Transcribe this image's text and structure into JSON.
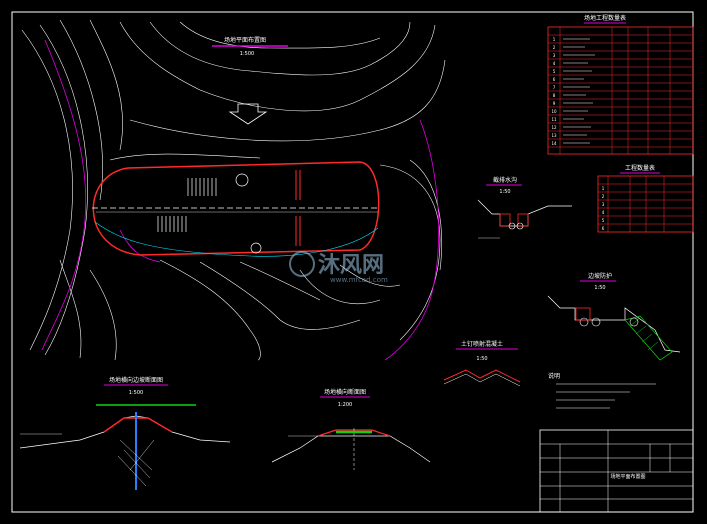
{
  "sheet": {
    "plan_title": "场地平面布置图",
    "plan_scale": "1:500",
    "section_a_title": "场地横向边坡断面图",
    "section_a_scale": "1:500",
    "section_b_title": "场地横向断面图",
    "section_b_scale": "1:200",
    "ditch_title": "截排水沟",
    "ditch_scale": "1:50",
    "slope_title": "边坡防护",
    "slope_scale": "1:50",
    "drain_title": "土钉喷射混凝土",
    "drain_scale": "1:50",
    "notes_title": "说明",
    "watermark": "沐风网",
    "watermark_url": "www.mfcad.com"
  },
  "table1": {
    "title": "场地工程数量表",
    "rows": [
      "1",
      "2",
      "3",
      "4",
      "5",
      "6",
      "7",
      "8",
      "9",
      "10",
      "11",
      "12",
      "13",
      "14"
    ]
  },
  "table2": {
    "title": "工程数量表",
    "rows": [
      "1",
      "2",
      "3",
      "4",
      "5",
      "6"
    ]
  },
  "titleblock": {
    "drawing_name": "场地平面布置图"
  },
  "colors": {
    "background": "#000000",
    "line": "#ffffff",
    "accent_red": "#ff2a2a",
    "contour": "#e000e0",
    "fill_green": "#10d010",
    "water_blue": "#2a7fff",
    "cyan": "#00e5ff"
  }
}
